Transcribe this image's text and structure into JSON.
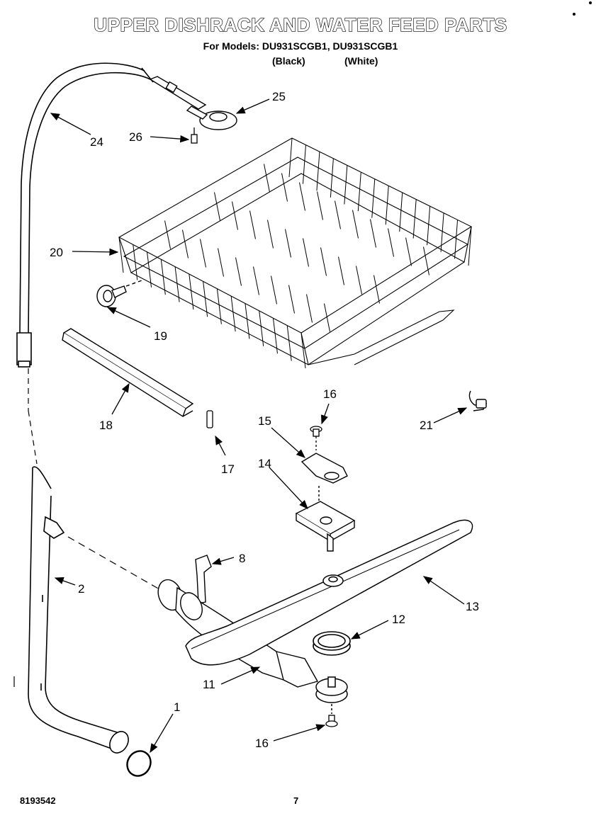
{
  "header": {
    "title": "UPPER DISHRACK AND WATER FEED PARTS",
    "models_line": "For Models: DU931SCGB1, DU931SCGB1",
    "variant_black": "(Black)",
    "variant_white": "(White)"
  },
  "footer": {
    "doc_number": "8193542",
    "page_number": "7"
  },
  "parts": [
    {
      "number": "25",
      "name": "spray-head-part"
    },
    {
      "number": "24",
      "name": "feed-tube-part"
    },
    {
      "number": "26",
      "name": "screw-part"
    },
    {
      "number": "20",
      "name": "upper-dishrack-part"
    },
    {
      "number": "19",
      "name": "rack-roller-part"
    },
    {
      "number": "18",
      "name": "rack-track-part"
    },
    {
      "number": "17",
      "name": "track-stop-part"
    },
    {
      "number": "16",
      "name": "screw-part-top"
    },
    {
      "number": "15",
      "name": "bracket-part"
    },
    {
      "number": "14",
      "name": "mount-part"
    },
    {
      "number": "21",
      "name": "clip-part"
    },
    {
      "number": "8",
      "name": "clamp-part"
    },
    {
      "number": "2",
      "name": "supply-tube-part"
    },
    {
      "number": "13",
      "name": "spray-arm-part"
    },
    {
      "number": "12",
      "name": "bearing-ring-part"
    },
    {
      "number": "11",
      "name": "manifold-part"
    },
    {
      "number": "1",
      "name": "o-ring-part"
    },
    {
      "number": "16",
      "name": "screw-part-bottom"
    }
  ]
}
